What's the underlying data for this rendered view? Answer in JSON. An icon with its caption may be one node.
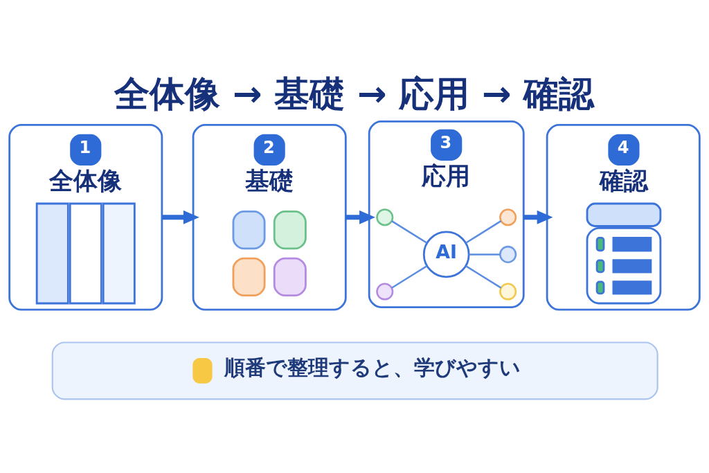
{
  "diagram": {
    "title": "全体像 → 基礎 → 応用 → 確認",
    "nodes": [
      {
        "text": [
          "1",
          "全体像"
        ]
      },
      {
        "text": [
          "2",
          "基礎"
        ]
      },
      {
        "text": [
          "3",
          "応用"
        ]
      },
      {
        "text": [
          "AI"
        ],
        "in": 2
      },
      {
        "text": [],
        "shape": "circle",
        "in": 2
      },
      {
        "text": [],
        "shape": "circle",
        "in": 2
      },
      {
        "text": [],
        "shape": "circle",
        "in": 2
      },
      {
        "text": [],
        "shape": "circle",
        "in": 2
      },
      {
        "text": [],
        "shape": "circle",
        "in": 2
      },
      {
        "text": [
          "4",
          "確認"
        ]
      },
      {
        "text": [
          "順番で整理すると、学びやすい"
        ]
      }
    ],
    "edges": [
      {
        "from": 0,
        "to": 1,
        "arrow": "to",
        "style": "thick"
      },
      {
        "from": 1,
        "to": 2,
        "arrow": "to",
        "style": "thick"
      },
      {
        "from": 2,
        "to": 9,
        "arrow": "to",
        "style": "thick"
      },
      {
        "from": 4,
        "to": 3,
        "arrow": "none"
      },
      {
        "from": 3,
        "to": 5,
        "arrow": "none"
      },
      {
        "from": 3,
        "to": 6,
        "arrow": "none"
      },
      {
        "from": 7,
        "to": 3,
        "arrow": "none"
      },
      {
        "from": 3,
        "to": 8,
        "arrow": "none"
      }
    ]
  }
}
